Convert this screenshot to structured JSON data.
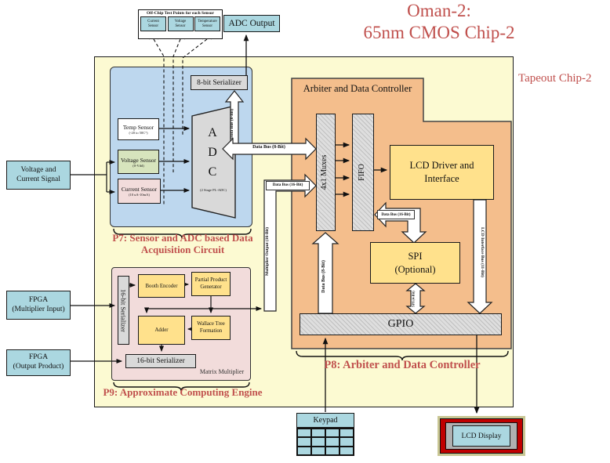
{
  "title": {
    "line1": "Oman-2:",
    "line2": "65nm CMOS Chip-2"
  },
  "tapeout_label": "Tapeout Chip-2",
  "offchip": {
    "header": "Off-Chip Test Points for each Sensor",
    "pads": [
      {
        "label": "Current\nSensor"
      },
      {
        "label": "Voltage\nSensor"
      },
      {
        "label": "Temperature\nSensor"
      }
    ]
  },
  "adc_output_label": "ADC Output",
  "p7": {
    "serializer": "8-bit Serializer",
    "sensors": [
      {
        "name": "Temp Sensor",
        "range": "(-20 to 50C°)"
      },
      {
        "name": "Voltage Sensor",
        "range": "(0-Vdd)"
      },
      {
        "name": "Current Sensor",
        "range": "(10 uA-10mA)"
      }
    ],
    "adc_label": "A D C",
    "adc_sub": "(2 Stage PL-ADC)",
    "caption": "P7: Sensor and ADC based Data\nAcquisition Circuit"
  },
  "p8": {
    "header": "Arbiter and Data Controller",
    "mux": "4x1 Muxes",
    "fifo": "FIFO",
    "lcd_driver": "LCD Driver and\nInterface",
    "spi": "SPI\n(Optional)",
    "gpio": "GPIO",
    "caption": "P8: Arbiter and Data Controller"
  },
  "p9": {
    "serializer_in": "16-bit Serializer",
    "booth": "Booth Encoder",
    "ppg": "Partial Product\nGenerator",
    "adder": "Adder",
    "wallace": "Wallace Tree\nFormation",
    "serializer_out": "16-bit Serializer",
    "sublabel": "Matrix Multiplier",
    "caption": "P9: Approximate Computing Engine"
  },
  "buses": {
    "adc_serializer": "Data Bus (8-Bit)",
    "adc_mux": "Data Bus (8-Bit)",
    "mult_mux": "Data Bus (16-Bit)",
    "mult_output": "Multiplier Output (16-Bit)",
    "fifo_spi": "Data Bus (16-Bit)",
    "spi_gpio": "SPI (4-Bit)",
    "gpio_mux": "Data Bus (8-Bit)",
    "lcd_bus": "LCD Interface Bus (11-Bit)"
  },
  "inputs": {
    "vc_signal": "Voltage and\nCurrent  Signal",
    "fpga_mult": "FPGA\n(Multiplier Input)",
    "fpga_out": "FPGA\n(Output Product)"
  },
  "peripherals": {
    "keypad": "Keypad",
    "lcd_display": "LCD Display"
  },
  "colors": {
    "accent_red": "#C0504D",
    "chip_bg": "#FCFAD2",
    "p7_bg": "#BDD7EE",
    "p8_bg": "#F4BE8C",
    "p9_bg": "#F2DCDB",
    "block_yellow": "#FFE18C",
    "block_gray": "#D9D9D9",
    "light_blue": "#ABD7E0",
    "temp_sensor_bg": "#FFFFFF",
    "voltage_sensor_bg": "#D7E4BD",
    "current_sensor_bg": "#F2DCDB",
    "lcd_frame_red": "#C00000"
  }
}
